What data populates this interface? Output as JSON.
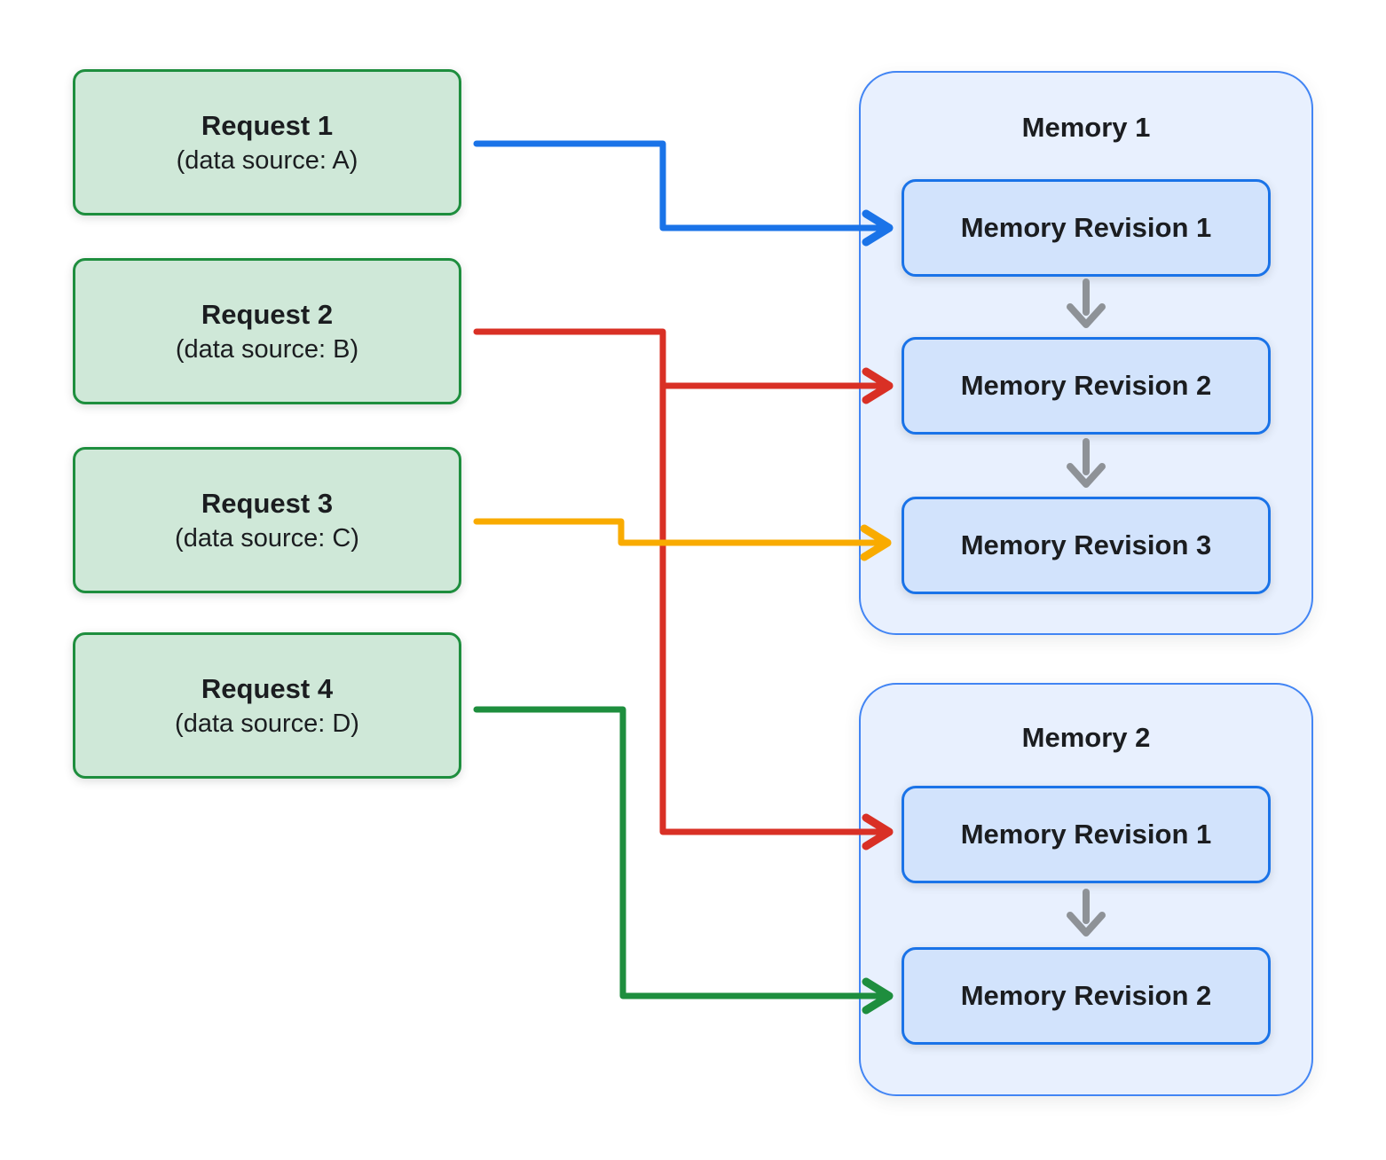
{
  "diagram": {
    "requests": [
      {
        "title": "Request 1",
        "subtitle": "(data source: A)"
      },
      {
        "title": "Request 2",
        "subtitle": "(data source: B)"
      },
      {
        "title": "Request 3",
        "subtitle": "(data source: C)"
      },
      {
        "title": "Request 4",
        "subtitle": "(data source: D)"
      }
    ],
    "memories": [
      {
        "title": "Memory 1",
        "revisions": [
          "Memory Revision 1",
          "Memory Revision 2",
          "Memory Revision 3"
        ]
      },
      {
        "title": "Memory 2",
        "revisions": [
          "Memory Revision 1",
          "Memory Revision 2"
        ]
      }
    ],
    "connections": [
      {
        "from": "Request 1 (data source: A)",
        "to": "Memory 1 / Memory Revision 1",
        "color": "#1a73e8"
      },
      {
        "from": "Request 2 (data source: B)",
        "to": "Memory 1 / Memory Revision 2",
        "color": "#d93025"
      },
      {
        "from": "Request 2 (data source: B)",
        "to": "Memory 2 / Memory Revision 1",
        "color": "#d93025"
      },
      {
        "from": "Request 3 (data source: C)",
        "to": "Memory 1 / Memory Revision 3",
        "color": "#f9ab00"
      },
      {
        "from": "Request 4 (data source: D)",
        "to": "Memory 2 / Memory Revision 2",
        "color": "#1e8e3e"
      }
    ],
    "colors": {
      "blue": "#1a73e8",
      "red": "#d93025",
      "yellow": "#f9ab00",
      "green": "#1e8e3e",
      "gray": "#8e9297",
      "request_fill": "#cfe8d8",
      "request_border": "#1e8e3e",
      "memory_fill": "#e8f0fe",
      "memory_border": "#4285f4",
      "revision_fill": "#d2e3fc",
      "revision_border": "#1a73e8"
    }
  }
}
